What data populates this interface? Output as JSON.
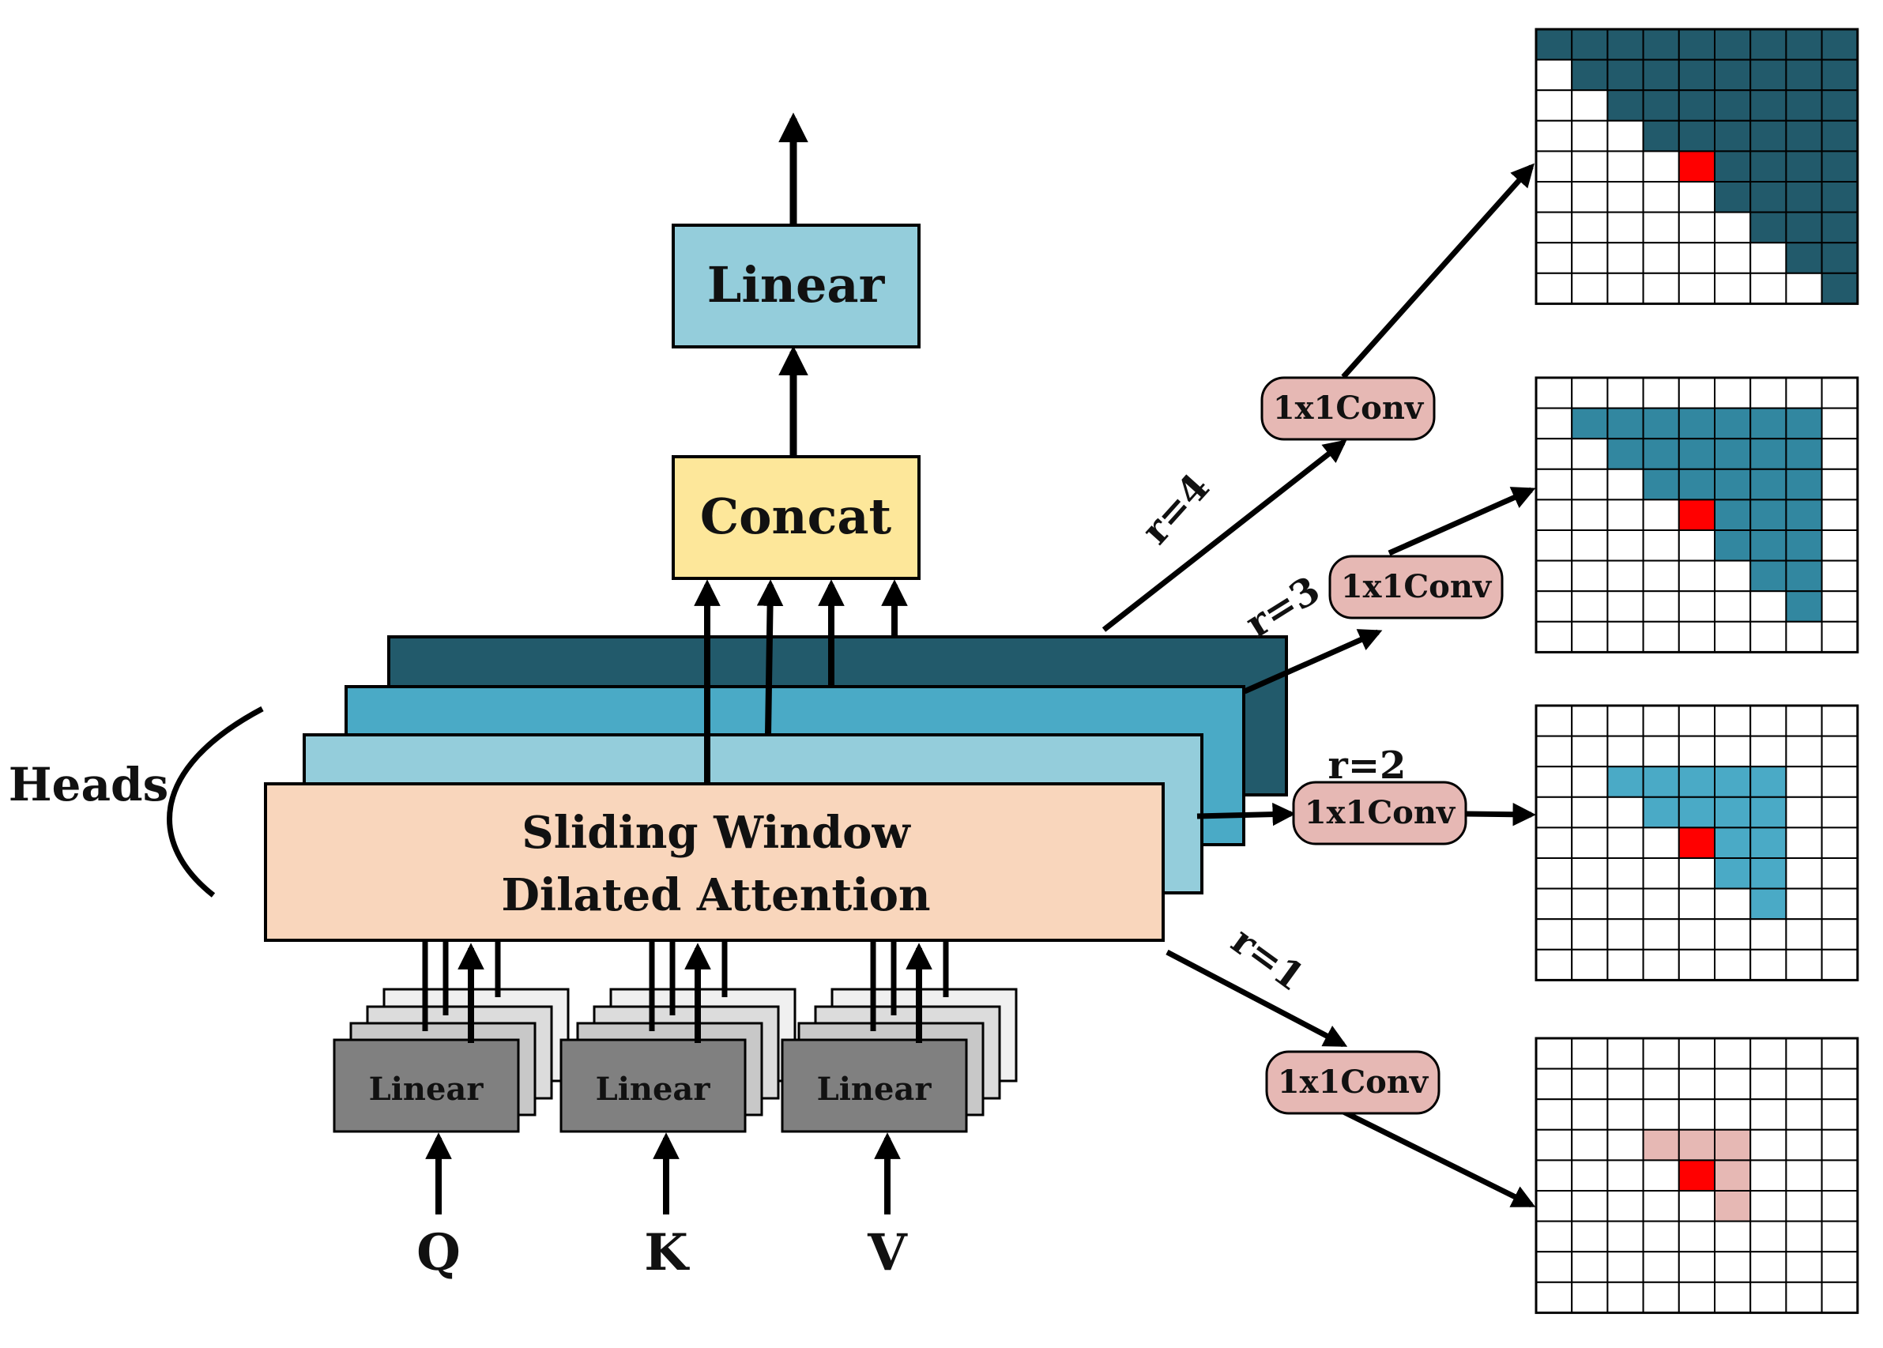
{
  "labels": {
    "output_linear": "Linear",
    "concat": "Concat",
    "attention_line1": "Sliding Window",
    "attention_line2": "Dilated Attention",
    "heads": "Heads",
    "input_linear": "Linear",
    "q": "Q",
    "k": "K",
    "v": "V",
    "conv": "1x1Conv",
    "r1": "r=1",
    "r2": "r=2",
    "r3": "r=3",
    "r4": "r=4"
  },
  "colors": {
    "output_linear_fill": "#94cddb",
    "concat_fill": "#fde79a",
    "attention_fill": "#f9d6bc",
    "head_layer_fills": [
      "#94cddb",
      "#4aaac6",
      "#225a6b"
    ],
    "input_linear_fill": "#808080",
    "input_stack_fills": [
      "#c8c8c8",
      "#dcdcdc",
      "#f0f0f0"
    ],
    "conv_fill": "#e6b8b4",
    "center_cell": "#ff0000",
    "mask_r1": "#e6b8b4",
    "mask_r2": "#4aaac6",
    "mask_r3": "#3287a0",
    "mask_r4": "#225a6b"
  },
  "masks": {
    "grid_size": 9,
    "center": [
      4,
      4
    ],
    "r4": [
      [
        0,
        0
      ],
      [
        0,
        1
      ],
      [
        0,
        2
      ],
      [
        0,
        3
      ],
      [
        0,
        4
      ],
      [
        0,
        5
      ],
      [
        0,
        6
      ],
      [
        0,
        7
      ],
      [
        0,
        8
      ],
      [
        1,
        1
      ],
      [
        1,
        2
      ],
      [
        1,
        3
      ],
      [
        1,
        4
      ],
      [
        1,
        5
      ],
      [
        1,
        6
      ],
      [
        1,
        7
      ],
      [
        1,
        8
      ],
      [
        2,
        2
      ],
      [
        2,
        3
      ],
      [
        2,
        4
      ],
      [
        2,
        5
      ],
      [
        2,
        6
      ],
      [
        2,
        7
      ],
      [
        2,
        8
      ],
      [
        3,
        3
      ],
      [
        3,
        4
      ],
      [
        3,
        5
      ],
      [
        3,
        6
      ],
      [
        3,
        7
      ],
      [
        3,
        8
      ],
      [
        4,
        5
      ],
      [
        4,
        6
      ],
      [
        4,
        7
      ],
      [
        4,
        8
      ],
      [
        5,
        5
      ],
      [
        5,
        6
      ],
      [
        5,
        7
      ],
      [
        5,
        8
      ],
      [
        6,
        6
      ],
      [
        6,
        7
      ],
      [
        6,
        8
      ],
      [
        7,
        7
      ],
      [
        7,
        8
      ],
      [
        8,
        8
      ]
    ],
    "r3": [
      [
        1,
        1
      ],
      [
        1,
        2
      ],
      [
        1,
        3
      ],
      [
        1,
        4
      ],
      [
        1,
        5
      ],
      [
        1,
        6
      ],
      [
        1,
        7
      ],
      [
        2,
        2
      ],
      [
        2,
        3
      ],
      [
        2,
        4
      ],
      [
        2,
        5
      ],
      [
        2,
        6
      ],
      [
        2,
        7
      ],
      [
        3,
        3
      ],
      [
        3,
        4
      ],
      [
        3,
        5
      ],
      [
        3,
        6
      ],
      [
        3,
        7
      ],
      [
        4,
        5
      ],
      [
        4,
        6
      ],
      [
        4,
        7
      ],
      [
        5,
        5
      ],
      [
        5,
        6
      ],
      [
        5,
        7
      ],
      [
        6,
        6
      ],
      [
        6,
        7
      ],
      [
        7,
        7
      ]
    ],
    "r2": [
      [
        2,
        2
      ],
      [
        2,
        3
      ],
      [
        2,
        4
      ],
      [
        2,
        5
      ],
      [
        2,
        6
      ],
      [
        3,
        3
      ],
      [
        3,
        4
      ],
      [
        3,
        5
      ],
      [
        3,
        6
      ],
      [
        4,
        5
      ],
      [
        4,
        6
      ],
      [
        5,
        5
      ],
      [
        5,
        6
      ],
      [
        6,
        6
      ]
    ],
    "r1": [
      [
        3,
        3
      ],
      [
        3,
        4
      ],
      [
        3,
        5
      ],
      [
        4,
        5
      ],
      [
        5,
        5
      ]
    ]
  }
}
